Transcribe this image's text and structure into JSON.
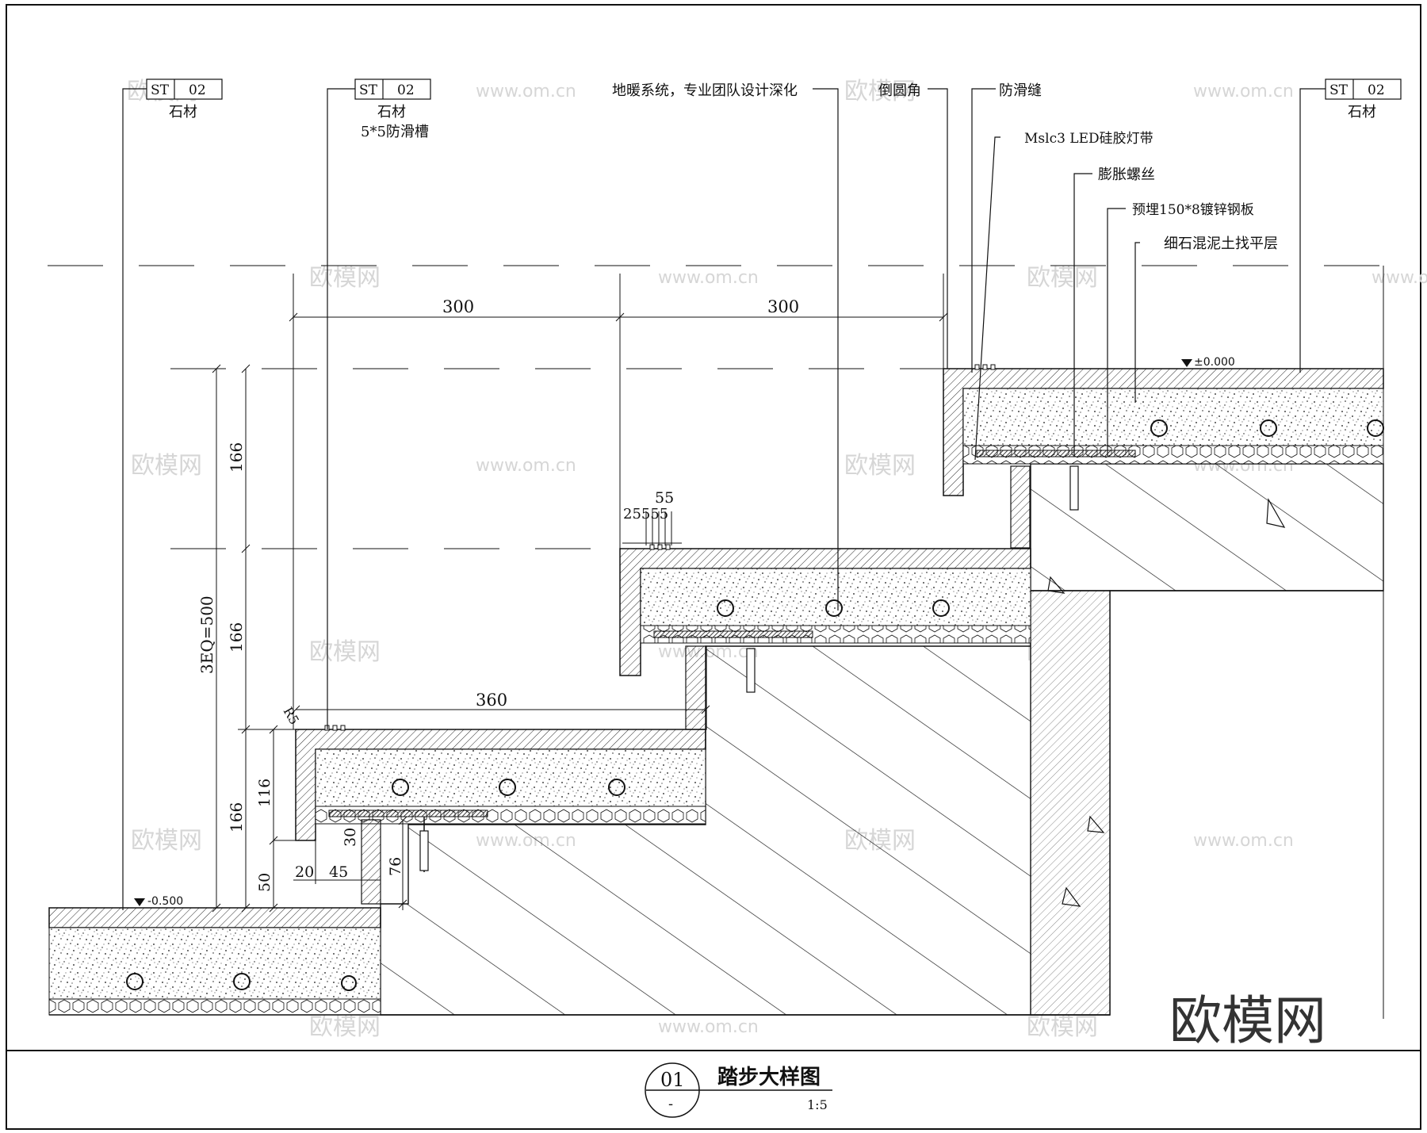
{
  "callouts": {
    "tag_prefix": "ST",
    "tag_number": "02",
    "stone_left": "石材",
    "stone_mid": "石材",
    "antislip_groove": "5*5防滑槽",
    "stone_right": "石材",
    "floor_heating": "地暖系统，专业团队设计深化",
    "round_corner": "倒圆角",
    "antislip_seam": "防滑缝",
    "led_strip": "Mslc3 LED硅胶灯带",
    "expansion_bolt": "膨胀螺丝",
    "steel_plate": "预埋150*8镀锌钢板",
    "screed_layer": "细石混泥土找平层"
  },
  "dimensions": {
    "tread_1": "300",
    "tread_2": "300",
    "tread_bottom": "360",
    "riser_1": "166",
    "riser_2": "166",
    "riser_3": "166",
    "total_height": "3EQ=500",
    "groove_top": "55",
    "groove_detail": "25555",
    "radius": "R5",
    "step_116": "116",
    "step_50": "50",
    "depth_30": "30",
    "depth_76": "76",
    "width_20": "20",
    "width_45": "45"
  },
  "levels": {
    "top": "±0.000",
    "bottom": "-0.500"
  },
  "title_block": {
    "number": "01",
    "sub": "-",
    "title": "踏步大样图",
    "scale": "1:5"
  },
  "watermark": {
    "logo": "欧模网",
    "url": "www.om.cn"
  }
}
